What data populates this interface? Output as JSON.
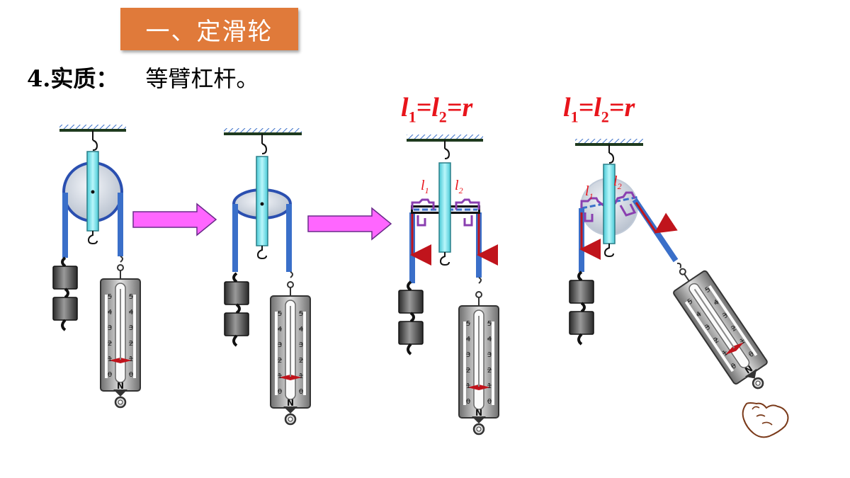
{
  "header": {
    "section_title": "一、定滑轮",
    "item_number": "4.",
    "item_label": "实质：",
    "item_text": "等臂杠杆。"
  },
  "formula": {
    "l": "l",
    "sub1": "1",
    "sub2": "2",
    "eq": "=",
    "r": "r"
  },
  "arm_labels": {
    "l": "l",
    "sub1": "1",
    "sub2": "2"
  },
  "spring_scale": {
    "unit": "N",
    "ticks": [
      "5",
      "4",
      "3",
      "2",
      "1",
      "0"
    ],
    "reading_level_fraction": 0.2
  },
  "colors": {
    "title_bg": "#e07a3a",
    "formula": "#e8141b",
    "rope": "#3a6fc9",
    "force_arrow": "#c0141c",
    "arm": "#8a3fb0",
    "axle": "#7fe7f0",
    "arrow_fill": "#ff66ff"
  }
}
